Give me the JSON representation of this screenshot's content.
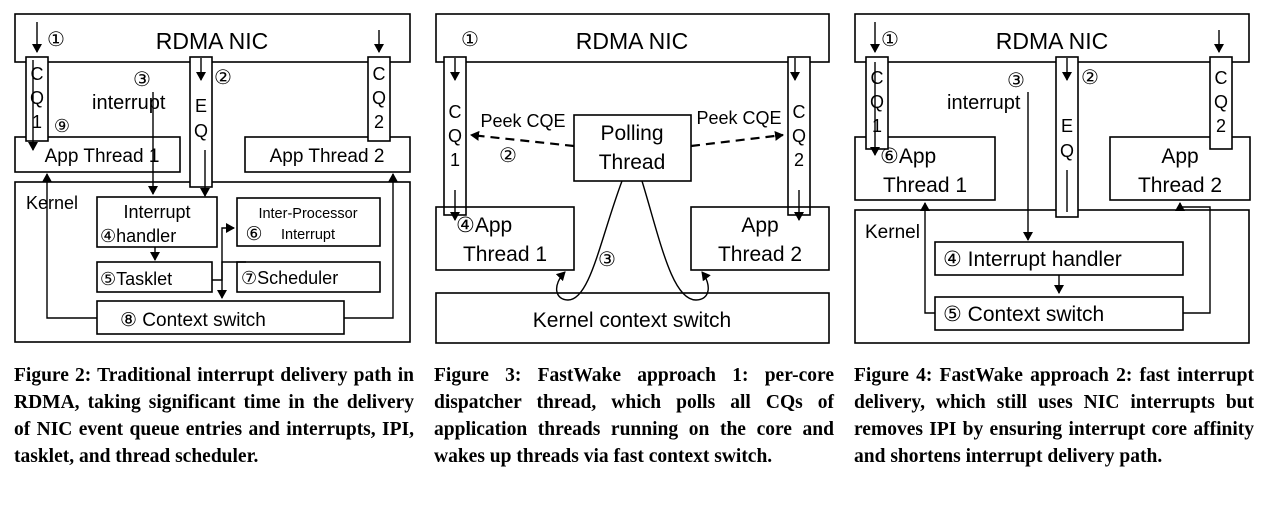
{
  "fig2": {
    "nic": "RDMA NIC",
    "cq_left": [
      "C",
      "Q",
      "1"
    ],
    "cq_right": [
      "C",
      "Q",
      "2"
    ],
    "eq": [
      "E",
      "Q"
    ],
    "n1": "①",
    "n2": "②",
    "n3": "③",
    "n9": "⑨",
    "interrupt": "interrupt",
    "app1": "App Thread 1",
    "app2": "App Thread 2",
    "kernel": "Kernel",
    "handler_line1": "Interrupt",
    "handler_line2": "④handler",
    "ipi_line1": "Inter-Processor",
    "ipi_line2": "Interrupt",
    "n6": "⑥",
    "tasklet": "⑤Tasklet",
    "scheduler": "⑦Scheduler",
    "ctx": "⑧  Context switch"
  },
  "fig3": {
    "nic": "RDMA NIC",
    "n1": "①",
    "cq_left": [
      "C",
      "Q",
      "1"
    ],
    "cq_right": [
      "C",
      "Q",
      "2"
    ],
    "peek_left": "Peek CQE",
    "peek_right": "Peek CQE",
    "n2": "②",
    "polling_line1": "Polling",
    "polling_line2": "Thread",
    "app1_line1": "④App",
    "app1_line2": "Thread 1",
    "app2_line1": "App",
    "app2_line2": "Thread 2",
    "n3": "③",
    "kernel_ctx": "Kernel context switch"
  },
  "fig4": {
    "nic": "RDMA NIC",
    "n1": "①",
    "n2": "②",
    "n3": "③",
    "cq_left": [
      "C",
      "Q",
      "1"
    ],
    "cq_right": [
      "C",
      "Q",
      "2"
    ],
    "eq": [
      "E",
      "Q"
    ],
    "interrupt": "interrupt",
    "app1_line1": "⑥App",
    "app1_line2": "Thread 1",
    "app2_line1": "App",
    "app2_line2": "Thread 2",
    "kernel": "Kernel",
    "handler": "④ Interrupt handler",
    "ctx": "⑤  Context switch"
  },
  "captions": [
    "Figure 2: Traditional interrupt delivery path in RDMA, taking significant time in the delivery of NIC event queue entries and interrupts, IPI, tasklet, and thread scheduler.",
    "Figure 3: FastWake approach 1: per-core dispatcher thread, which polls all CQs of application threads running on the core and wakes up threads via fast context switch.",
    "Figure 4: FastWake approach 2: fast interrupt delivery, which still uses NIC interrupts but removes IPI by ensuring interrupt core affinity and shortens interrupt delivery path."
  ]
}
